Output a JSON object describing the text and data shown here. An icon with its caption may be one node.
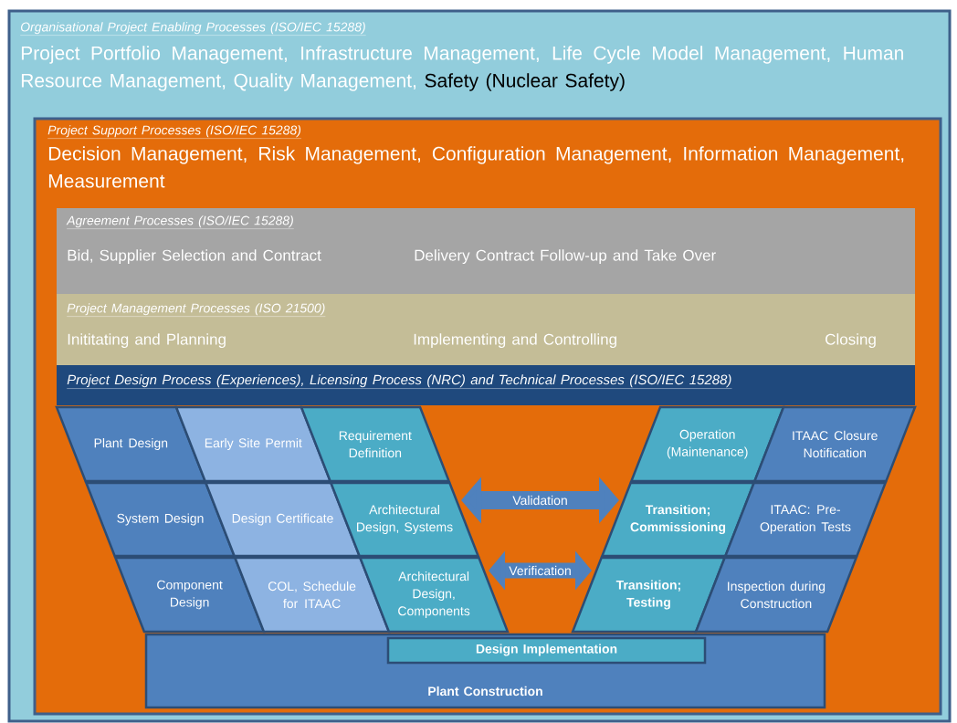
{
  "diagram": {
    "nodes": [
      {
        "text": [
          "Organisational Project Enabling Processes (ISO/IEC 15288)",
          "Project Portfolio Management, Infrastructure Management, Life Cycle Model Management, Human Resource Management, Quality Management,",
          "Safety (Nuclear Safety)"
        ]
      },
      {
        "text": [
          "Project Support Processes (ISO/IEC 15288)",
          "Decision Management, Risk Management, Configuration Management, Information Management, Measurement"
        ],
        "in": 0
      },
      {
        "text": [
          "Agreement Processes (ISO/IEC 15288)",
          "Bid, Supplier Selection and Contract",
          "Delivery Contract Follow-up and Take Over"
        ],
        "in": 1
      },
      {
        "text": [
          "Project Management Processes (ISO 21500)",
          "Inititating and Planning",
          "Implementing and Controlling",
          "Closing"
        ],
        "in": 1
      },
      {
        "text": [
          "Project Design Process (Experiences), Licensing Process (NRC) and Technical Processes (ISO/IEC 15288)"
        ],
        "in": 1
      },
      {
        "text": [
          "Plant Design"
        ],
        "in": 1
      },
      {
        "text": [
          "Early Site Permit"
        ],
        "in": 1
      },
      {
        "text": [
          "Requirement Definition"
        ],
        "in": 1
      },
      {
        "text": [
          "Operation (Maintenance)"
        ],
        "in": 1
      },
      {
        "text": [
          "ITAAC Closure Notification"
        ],
        "in": 1
      },
      {
        "text": [
          "System Design"
        ],
        "in": 1
      },
      {
        "text": [
          "Design Certificate"
        ],
        "in": 1
      },
      {
        "text": [
          "Architectural Design, Systems"
        ],
        "in": 1
      },
      {
        "text": [
          "Transition; Commissioning"
        ],
        "in": 1
      },
      {
        "text": [
          "ITAAC: Pre-Operation Tests"
        ],
        "in": 1
      },
      {
        "text": [
          "Component Design"
        ],
        "in": 1
      },
      {
        "text": [
          "COL, Schedule for ITAAC"
        ],
        "in": 1
      },
      {
        "text": [
          "Architectural Design, Components"
        ],
        "in": 1
      },
      {
        "text": [
          "Transition; Testing"
        ],
        "in": 1
      },
      {
        "text": [
          "Inspection during Construction"
        ],
        "in": 1
      },
      {
        "text": [
          "Plant Construction"
        ],
        "in": 1
      },
      {
        "text": [
          "Design Implementation"
        ],
        "in": 20
      }
    ],
    "edges": [
      {
        "from": 12,
        "to": 13,
        "arrow": "both",
        "label": "Validation"
      },
      {
        "from": 17,
        "to": 18,
        "arrow": "both",
        "label": "Verification"
      }
    ]
  }
}
